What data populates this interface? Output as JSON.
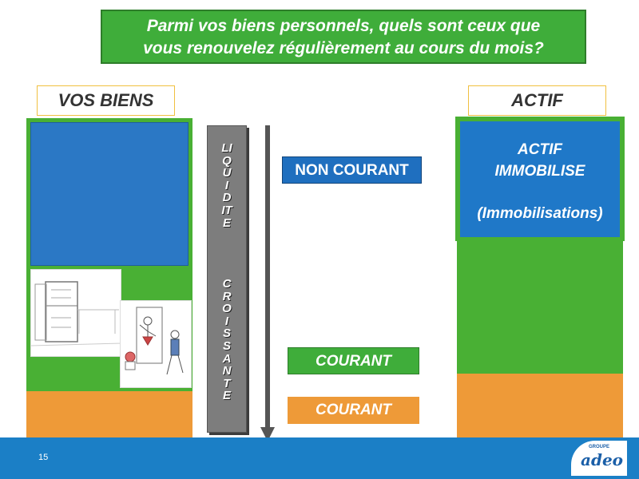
{
  "question": {
    "line1": "Parmi vos biens personnels, quels sont ceux que",
    "line2": "vous renouvelez régulièrement au cours du mois?"
  },
  "left": {
    "header": "VOS BIENS"
  },
  "right": {
    "header": "ACTIF",
    "blue_line1": "ACTIF",
    "blue_line2": "IMMOBILISE",
    "blue_line3": "(Immobilisations)"
  },
  "liquidity": {
    "word1": "LIQUIDITE",
    "word2": "CROISSANTE"
  },
  "labels": {
    "non_courant": "NON COURANT",
    "courant_green": "COURANT",
    "courant_orange": "COURANT"
  },
  "footer": {
    "page_number": "15",
    "logo_groupe": "GROUPE",
    "logo_name": "adeo"
  },
  "colors": {
    "green": "#49b034",
    "blue": "#1f78c8",
    "orange": "#ee9a38",
    "footer_blue": "#1b7fc6"
  }
}
